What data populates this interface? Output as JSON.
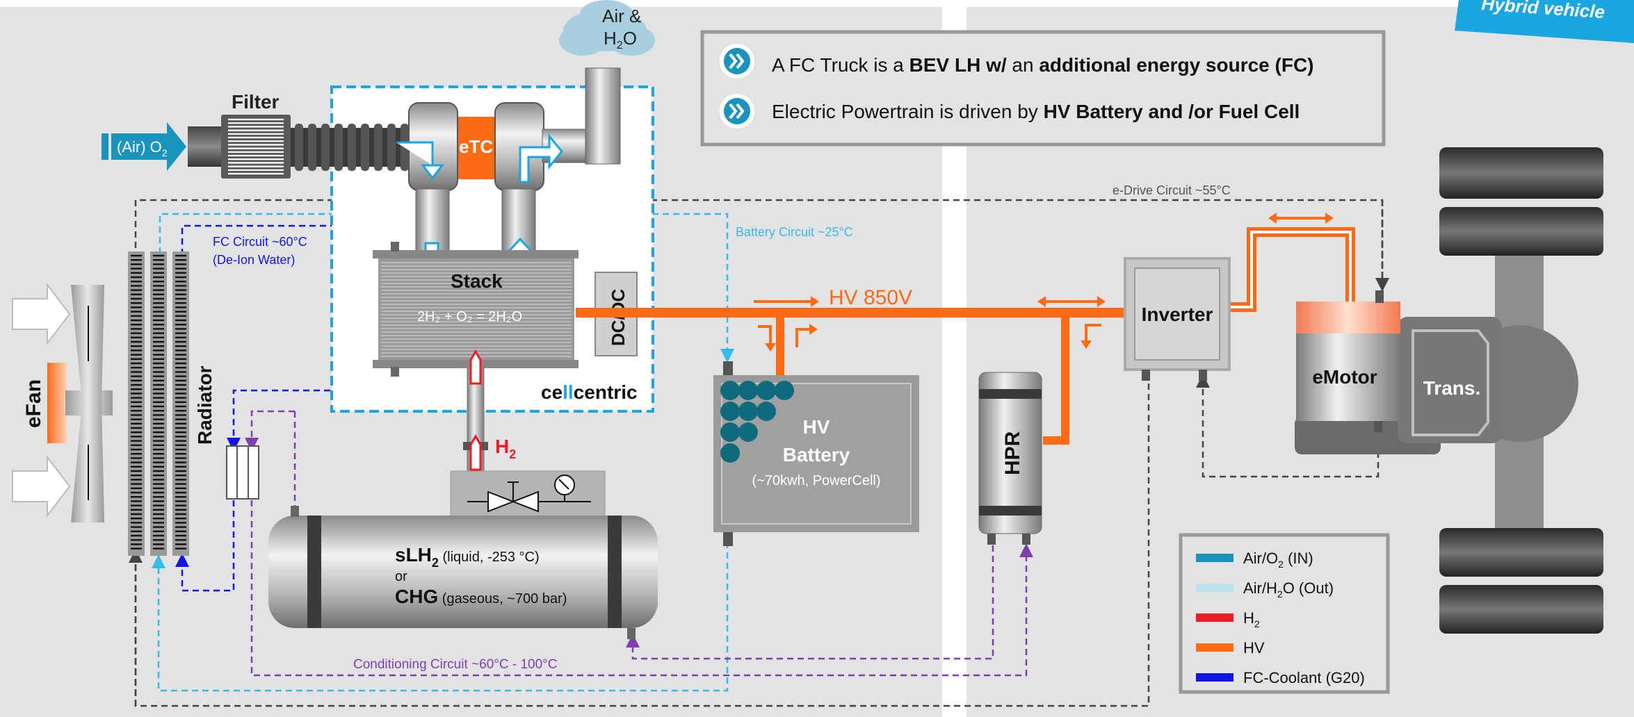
{
  "colors": {
    "background": "#e3e3e3",
    "air_in": "#1a93bd",
    "air_out": "#bde1ec",
    "h2": "#ee1c25",
    "hv": "#ff6a14",
    "fc_coolant": "#1414e6",
    "battery_circuit": "#33bbee",
    "conditioning_circuit": "#7d3fb0",
    "edrive_circuit": "#444444",
    "cellcentric_frame": "#1aa6e0",
    "bullet": "#1a93bd",
    "banner": "#1aa6e0"
  },
  "banner": {
    "text": "Hybrid vehicle"
  },
  "info_box": {
    "bullets": [
      {
        "icon": "chevron-double-right-icon",
        "text_a": "A FC Truck is a ",
        "bold_a": "BEV LH w/",
        "text_b": " an ",
        "bold_b": "additional energy source (FC)"
      },
      {
        "icon": "chevron-double-right-icon",
        "text_a": "Electric Powertrain is driven by ",
        "bold_a": "HV Battery and /or Fuel Cell",
        "text_b": "",
        "bold_b": ""
      }
    ]
  },
  "components": {
    "air_out_line1": "Air &",
    "air_out_line2_base": "H",
    "air_out_line2_sub": "2",
    "air_out_line2_end": "O",
    "filter": "Filter",
    "air_in_base": "(Air) O",
    "air_in_sub": "2",
    "etc": "eTC",
    "stack": "Stack",
    "stack_formula": "2H₂ + O₂ = 2H₂O",
    "dcdc": "DC/DC",
    "brand_a": "ce",
    "brand_b": "ll",
    "brand_c": "centric",
    "h2_base": "H",
    "h2_sub": "2",
    "efan": "eFan",
    "radiator": "Radiator",
    "tank_l1_base": "sLH",
    "tank_l1_sub": "2",
    "tank_l1_detail": " (liquid, -253 °C)",
    "tank_or": "or",
    "tank_l3_base": "CHG",
    "tank_l3_detail": " (gaseous, ~700 bar)",
    "battery_l1": "HV",
    "battery_l2": "Battery",
    "battery_l3": "(~70kwh, PowerCell)",
    "hpr": "HPR",
    "inverter": "Inverter",
    "emotor": "eMotor",
    "trans": "Trans.",
    "hv_bus": "HV 850V"
  },
  "circuits": {
    "fc_line1": "FC Circuit ~60°C",
    "fc_line2": "(De-Ion Water)",
    "battery": "Battery Circuit ~25°C",
    "edrive": "e-Drive Circuit ~55°C",
    "conditioning": "Conditioning Circuit ~60°C - 100°C"
  },
  "legend": [
    {
      "label_base": "Air/O",
      "label_sub": "2",
      "label_end": " (IN)",
      "color": "#1a93bd"
    },
    {
      "label_base": "Air/H",
      "label_sub": "2",
      "label_end": "O (Out)",
      "color": "#bde1ec"
    },
    {
      "label_base": "H",
      "label_sub": "2",
      "label_end": "",
      "color": "#ee1c25"
    },
    {
      "label_base": "HV",
      "label_sub": "",
      "label_end": "",
      "color": "#ff6a14"
    },
    {
      "label_base": "FC-Coolant (G20)",
      "label_sub": "",
      "label_end": "",
      "color": "#1414e6"
    }
  ]
}
